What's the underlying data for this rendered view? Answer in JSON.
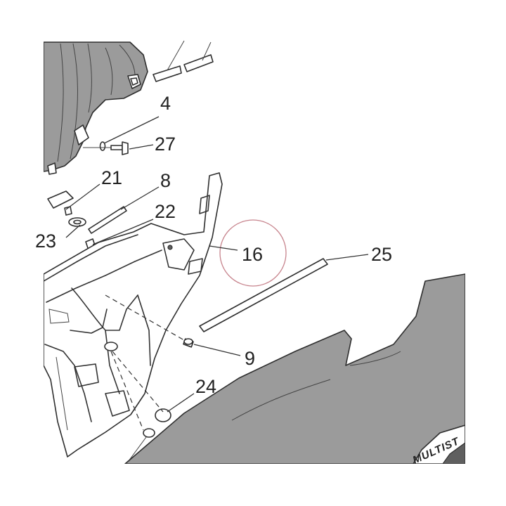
{
  "callouts": {
    "c4": "4",
    "c27": "27",
    "c21": "21",
    "c8": "8",
    "c22": "22",
    "c23": "23",
    "c16": "16",
    "c25": "25",
    "c9": "9",
    "c24": "24"
  },
  "branding": {
    "logo": "MULTIST"
  },
  "colors": {
    "highlight_circle": "#c7848d",
    "part_fill": "#9b9b9b",
    "line": "#333333"
  }
}
